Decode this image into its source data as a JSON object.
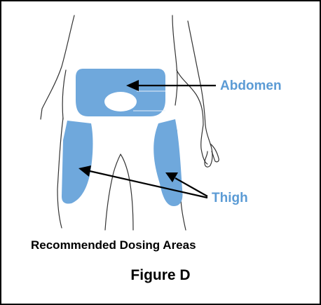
{
  "labels": {
    "abdomen": "Abdomen",
    "thigh": "Thigh"
  },
  "caption": "Recommended Dosing Areas",
  "figure_title": "Figure D",
  "colors": {
    "injection_area": "#6fa8dc",
    "label": "#5b9bd5",
    "outline": "#333333"
  }
}
